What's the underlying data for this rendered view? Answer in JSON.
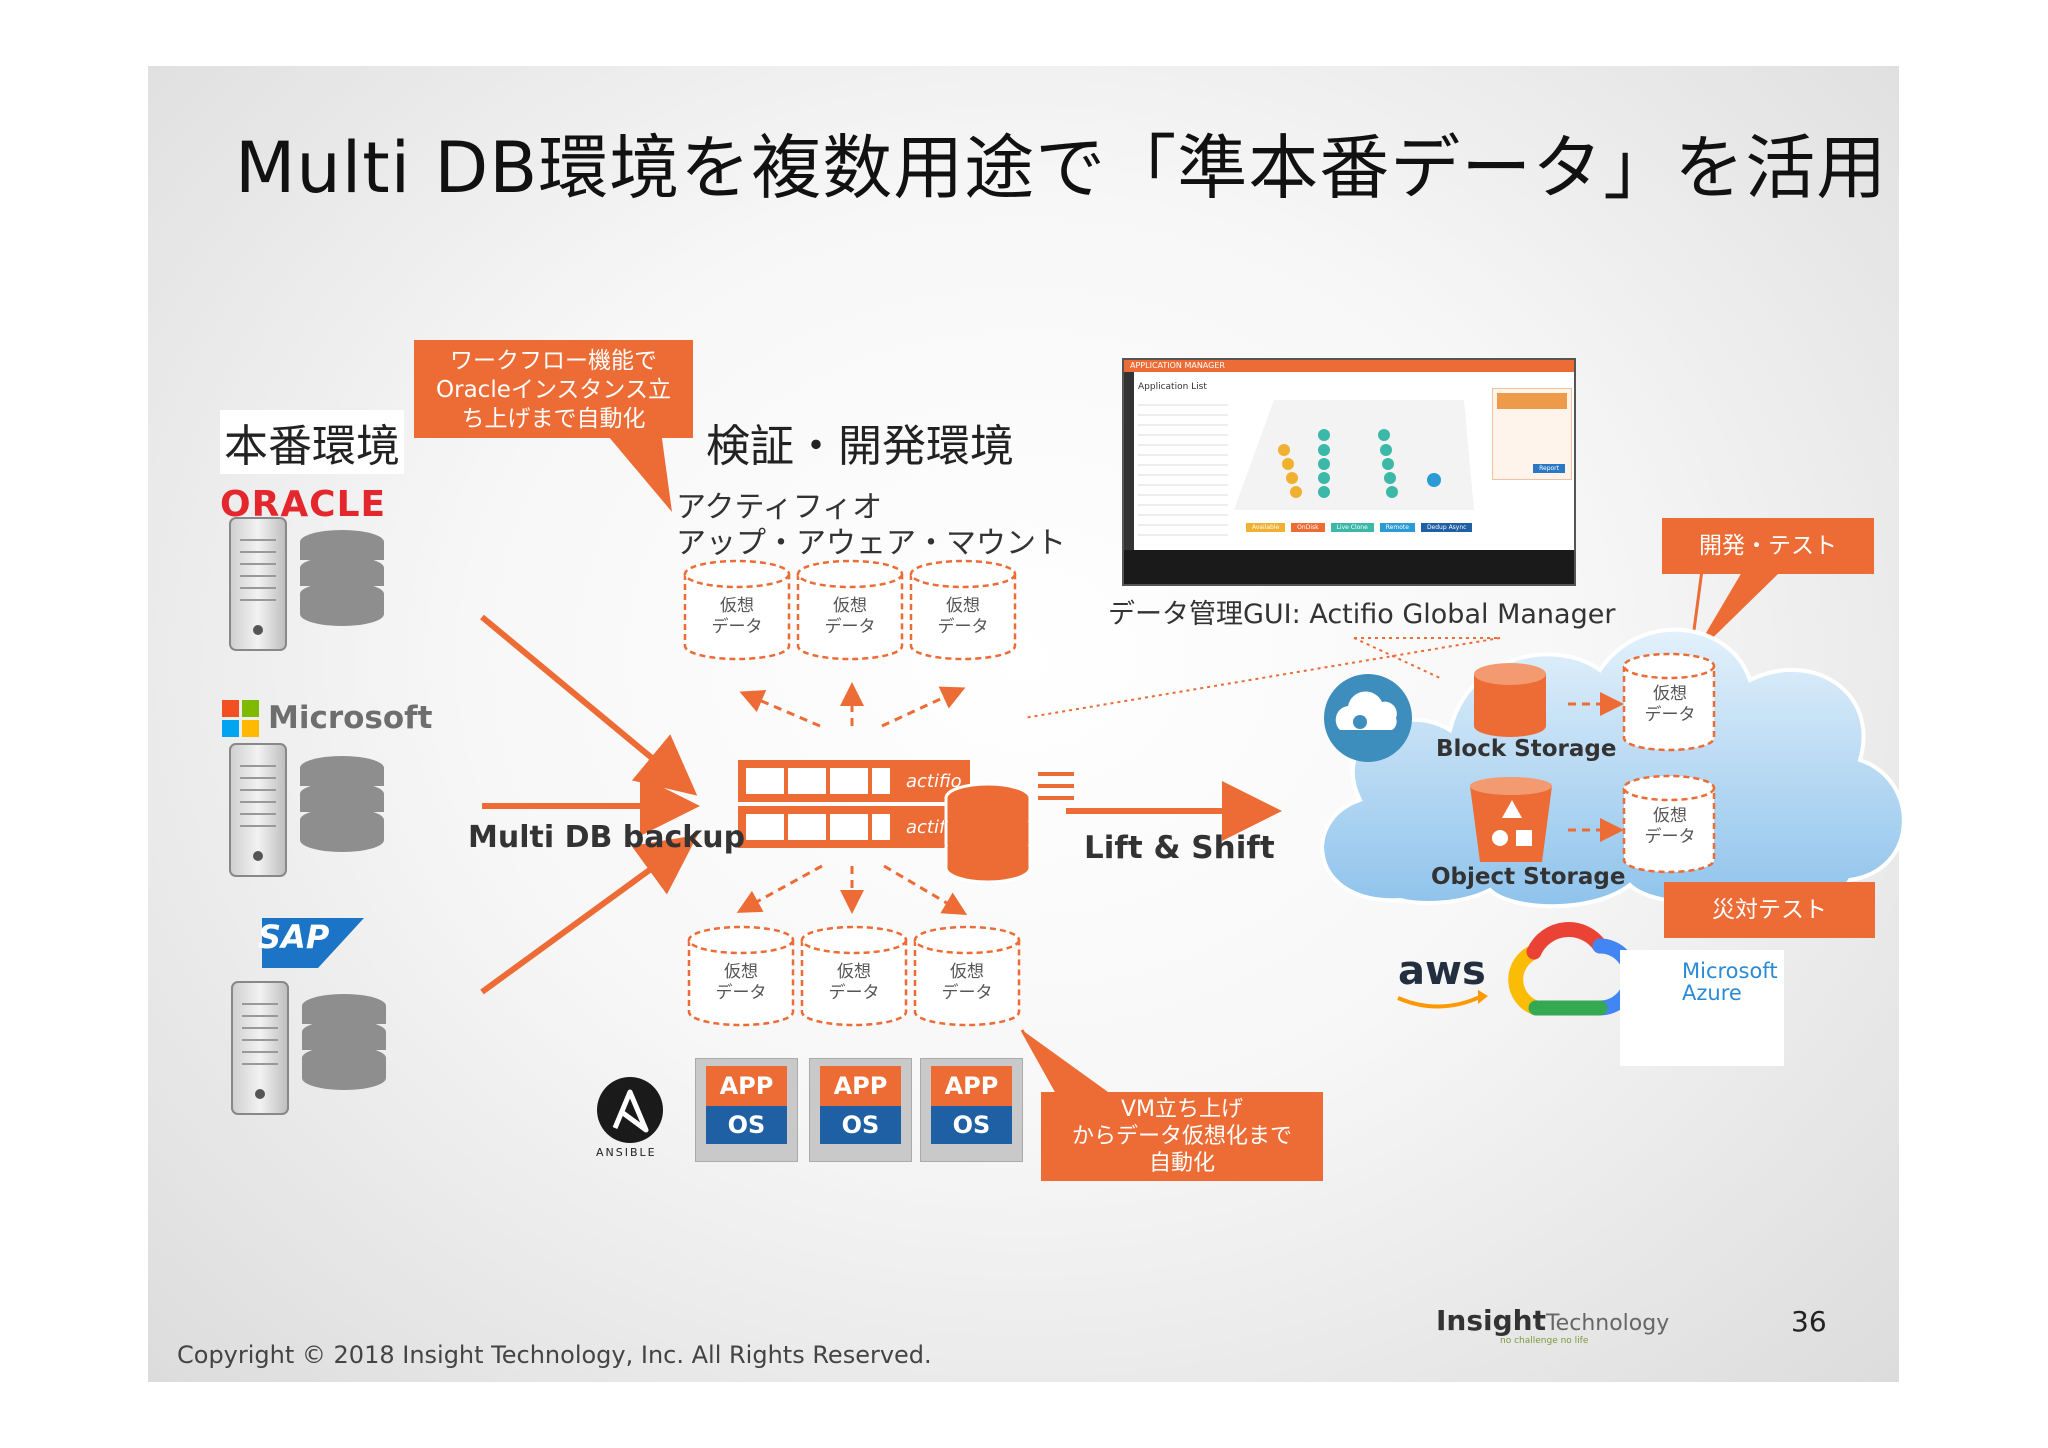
{
  "title": "Multi DB環境を複数用途で「準本番データ」を活用",
  "production": {
    "heading": "本番環境",
    "vendors": [
      "ORACLE",
      "Microsoft",
      "SAP"
    ]
  },
  "callouts": {
    "workflow": [
      "ワークフロー機能で",
      "Oracleインスタンス立",
      "ち上げまで自動化"
    ],
    "vm": [
      "VM立ち上げ",
      "からデータ仮想化まで",
      "自動化"
    ],
    "dev_test": "開発・テスト",
    "dr_test": "災対テスト"
  },
  "verification": {
    "heading": "検証・開発環境",
    "actifio_line1": "アクティフィオ",
    "actifio_line2": "アップ・アウェア・マウント"
  },
  "virtual_data": {
    "line1": "仮想",
    "line2": "データ"
  },
  "labels": {
    "multi_db_backup": "Multi DB backup",
    "lift_shift": "Lift & Shift",
    "actifio_device": "actifio",
    "gui_caption": "データ管理GUI: Actifio Global Manager",
    "block_storage": "Block Storage",
    "object_storage": "Object Storage"
  },
  "gui": {
    "header": "APPLICATION MANAGER",
    "list_title": "Application List",
    "buttons": [
      "Available",
      "OnDisk",
      "Live Clone",
      "Remote",
      "Dedup Async"
    ],
    "report_button": "Report"
  },
  "app_stack": {
    "app": "APP",
    "os": "OS"
  },
  "logos": {
    "ansible": "ANSIBLE",
    "aws": "aws",
    "azure_line1": "Microsoft",
    "azure_line2": "Azure",
    "insight_bold": "Insight",
    "insight_rest": "Technology",
    "insight_tagline": "no challenge no life"
  },
  "footer": {
    "copyright": "Copyright © 2018 Insight Technology, Inc. All Rights Reserved.",
    "page": "36"
  },
  "colors": {
    "accent": "#ed6b34",
    "cloud": "#bcdcf5",
    "os_blue": "#1f5fa3"
  }
}
